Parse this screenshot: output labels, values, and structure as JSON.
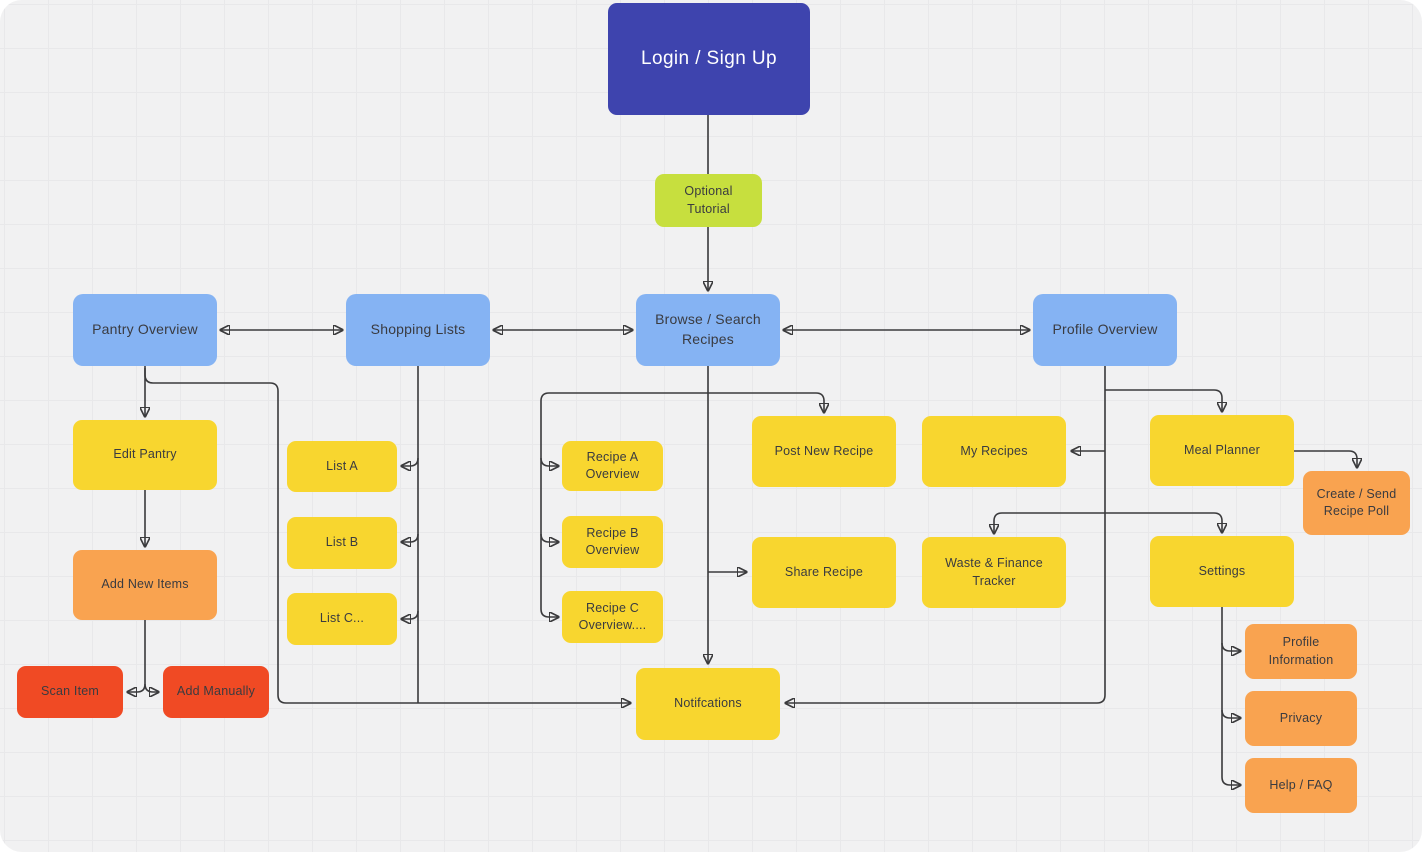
{
  "diagram": {
    "description": "App user-flow flowchart on a light grid whiteboard canvas",
    "nodes": [
      {
        "id": "login",
        "label": "Login / Sign Up",
        "color_role": "indigo"
      },
      {
        "id": "optional-tutorial",
        "label": "Optional Tutorial",
        "color_role": "lime"
      },
      {
        "id": "pantry-overview",
        "label": "Pantry Overview",
        "color_role": "blue"
      },
      {
        "id": "shopping-lists",
        "label": "Shopping Lists",
        "color_role": "blue"
      },
      {
        "id": "browse-search",
        "label": "Browse / Search Recipes",
        "color_role": "blue"
      },
      {
        "id": "profile-overview",
        "label": "Profile Overview",
        "color_role": "blue"
      },
      {
        "id": "edit-pantry",
        "label": "Edit Pantry",
        "color_role": "yellow"
      },
      {
        "id": "add-new-items",
        "label": "Add New Items",
        "color_role": "orange"
      },
      {
        "id": "scan-item",
        "label": "Scan Item",
        "color_role": "red"
      },
      {
        "id": "add-manually",
        "label": "Add Manually",
        "color_role": "red"
      },
      {
        "id": "list-a",
        "label": "List A",
        "color_role": "yellow"
      },
      {
        "id": "list-b",
        "label": "List B",
        "color_role": "yellow"
      },
      {
        "id": "list-c",
        "label": "List C...",
        "color_role": "yellow"
      },
      {
        "id": "recipe-a",
        "label": "Recipe A Overview",
        "color_role": "yellow"
      },
      {
        "id": "recipe-b",
        "label": "Recipe B Overview",
        "color_role": "yellow"
      },
      {
        "id": "recipe-c",
        "label": "Recipe C Overview....",
        "color_role": "yellow"
      },
      {
        "id": "post-new-recipe",
        "label": "Post New Recipe",
        "color_role": "yellow"
      },
      {
        "id": "my-recipes",
        "label": "My Recipes",
        "color_role": "yellow"
      },
      {
        "id": "share-recipe",
        "label": "Share Recipe",
        "color_role": "yellow"
      },
      {
        "id": "waste-finance",
        "label": "Waste & Finance Tracker",
        "color_role": "yellow"
      },
      {
        "id": "meal-planner",
        "label": "Meal Planner",
        "color_role": "yellow"
      },
      {
        "id": "recipe-poll",
        "label": "Create / Send Recipe Poll",
        "color_role": "orange"
      },
      {
        "id": "settings",
        "label": "Settings",
        "color_role": "yellow"
      },
      {
        "id": "profile-info",
        "label": "Profile Information",
        "color_role": "orange"
      },
      {
        "id": "privacy",
        "label": "Privacy",
        "color_role": "orange"
      },
      {
        "id": "help-faq",
        "label": "Help / FAQ",
        "color_role": "orange"
      },
      {
        "id": "notifications",
        "label": "Notifcations",
        "color_role": "yellow"
      }
    ],
    "edges": [
      {
        "from": "login",
        "to": "optional-tutorial",
        "arrows": "none"
      },
      {
        "from": "optional-tutorial",
        "to": "browse-search",
        "arrows": "end"
      },
      {
        "from": "pantry-overview",
        "to": "shopping-lists",
        "arrows": "both"
      },
      {
        "from": "shopping-lists",
        "to": "browse-search",
        "arrows": "both"
      },
      {
        "from": "browse-search",
        "to": "profile-overview",
        "arrows": "both"
      },
      {
        "from": "pantry-overview",
        "to": "edit-pantry",
        "arrows": "end"
      },
      {
        "from": "pantry-overview",
        "to": "notifications",
        "arrows": "end"
      },
      {
        "from": "edit-pantry",
        "to": "add-new-items",
        "arrows": "end"
      },
      {
        "from": "add-new-items",
        "to": "scan-item",
        "arrows": "end"
      },
      {
        "from": "add-new-items",
        "to": "add-manually",
        "arrows": "end"
      },
      {
        "from": "shopping-lists",
        "to": "list-a",
        "arrows": "end"
      },
      {
        "from": "shopping-lists",
        "to": "list-b",
        "arrows": "end"
      },
      {
        "from": "shopping-lists",
        "to": "list-c",
        "arrows": "end"
      },
      {
        "from": "shopping-lists",
        "to": "notifications",
        "arrows": "end"
      },
      {
        "from": "browse-search",
        "to": "recipe-a",
        "arrows": "end"
      },
      {
        "from": "browse-search",
        "to": "recipe-b",
        "arrows": "end"
      },
      {
        "from": "browse-search",
        "to": "recipe-c",
        "arrows": "end"
      },
      {
        "from": "browse-search",
        "to": "post-new-recipe",
        "arrows": "end"
      },
      {
        "from": "browse-search",
        "to": "share-recipe",
        "arrows": "end"
      },
      {
        "from": "browse-search",
        "to": "notifications",
        "arrows": "end"
      },
      {
        "from": "profile-overview",
        "to": "meal-planner",
        "arrows": "end"
      },
      {
        "from": "profile-overview",
        "to": "my-recipes",
        "arrows": "end"
      },
      {
        "from": "profile-overview",
        "to": "waste-finance",
        "arrows": "end"
      },
      {
        "from": "profile-overview",
        "to": "settings",
        "arrows": "end"
      },
      {
        "from": "profile-overview",
        "to": "notifications",
        "arrows": "end"
      },
      {
        "from": "meal-planner",
        "to": "recipe-poll",
        "arrows": "end"
      },
      {
        "from": "settings",
        "to": "profile-info",
        "arrows": "end"
      },
      {
        "from": "settings",
        "to": "privacy",
        "arrows": "end"
      },
      {
        "from": "settings",
        "to": "help-faq",
        "arrows": "end"
      }
    ],
    "colors": {
      "background": "#f1f1f2",
      "grid_line": "#e8e8ea",
      "connector": "#3a3a3c",
      "indigo": "#3e44ae",
      "lime": "#c7df3e",
      "blue": "#85b3f3",
      "yellow": "#f8d62f",
      "orange": "#f9a350",
      "red": "#f04a24",
      "text_dark": "#3a3b40",
      "text_light": "#ffffff"
    }
  }
}
